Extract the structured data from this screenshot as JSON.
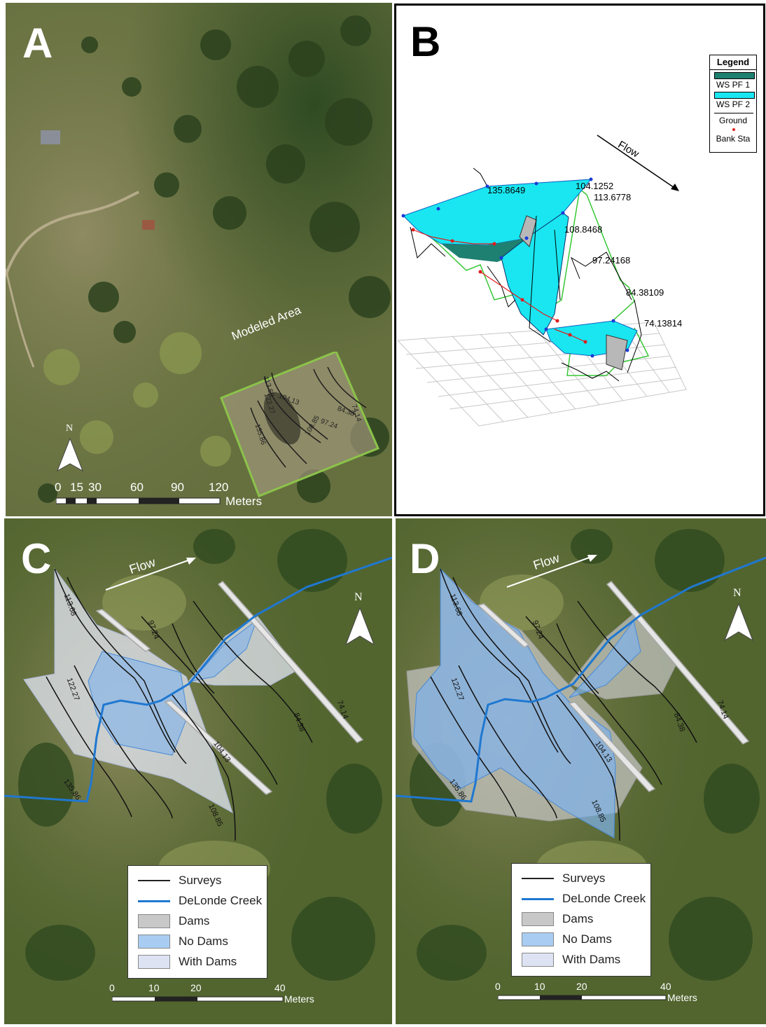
{
  "panels": {
    "a": {
      "letter": "A",
      "modeled_area_label": "Modeled Area",
      "north_label": "N",
      "scale_ticks": [
        "0",
        "15",
        "30",
        "60",
        "90",
        "120"
      ],
      "scale_unit": "Meters",
      "contours": [
        "135.86",
        "122.27",
        "113.68",
        "108.85",
        "104.13",
        "97.24",
        "84.38",
        "74.14"
      ],
      "colors": {
        "modeled_area_border": "#8bc34a"
      }
    },
    "b": {
      "letter": "B",
      "flow_label": "Flow",
      "legend": {
        "title": "Legend",
        "items": [
          "WS PF 1",
          "WS PF 2",
          "Ground",
          "Bank Sta"
        ]
      },
      "station_labels": [
        "135.8649",
        "104.1252",
        "113.6778",
        "108.8468",
        "97.24168",
        "84.38109",
        "74.13814"
      ],
      "colors": {
        "ws_pf1": "#1e8070",
        "ws_pf2": "#19e6f0",
        "ground": "#000000",
        "bank_sta": "#e11b1b",
        "extent": "#37c837"
      }
    },
    "c": {
      "letter": "C",
      "flow_label": "Flow",
      "north_label": "N",
      "survey_labels": [
        "113.68",
        "97.24",
        "122.27",
        "84.38",
        "74.14",
        "104.13",
        "108.85",
        "135.86"
      ],
      "legend": {
        "items": [
          {
            "label": "Surveys",
            "kind": "line",
            "color": "#222222"
          },
          {
            "label": "DeLonde Creek",
            "kind": "line",
            "color": "#1f78d1"
          },
          {
            "label": "Dams",
            "kind": "box",
            "color": "#c8c8c8"
          },
          {
            "label": "No Dams",
            "kind": "box",
            "color": "#a9cdf2"
          },
          {
            "label": "With Dams",
            "kind": "box",
            "color": "#dde3f3"
          }
        ]
      },
      "scale_ticks": [
        "0",
        "10",
        "20",
        "40"
      ],
      "scale_unit": "Meters"
    },
    "d": {
      "letter": "D",
      "flow_label": "Flow",
      "north_label": "N",
      "survey_labels": [
        "113.68",
        "97.24",
        "122.27",
        "84.38",
        "74.14",
        "104.13",
        "108.85",
        "135.86"
      ],
      "legend": {
        "items": [
          {
            "label": "Surveys",
            "kind": "line",
            "color": "#222222"
          },
          {
            "label": "DeLonde Creek",
            "kind": "line",
            "color": "#1f78d1"
          },
          {
            "label": "Dams",
            "kind": "box",
            "color": "#c8c8c8"
          },
          {
            "label": "No Dams",
            "kind": "box",
            "color": "#a9cdf2"
          },
          {
            "label": "With Dams",
            "kind": "box",
            "color": "#dde3f3"
          }
        ]
      },
      "scale_ticks": [
        "0",
        "10",
        "20",
        "40"
      ],
      "scale_unit": "Meters"
    }
  }
}
